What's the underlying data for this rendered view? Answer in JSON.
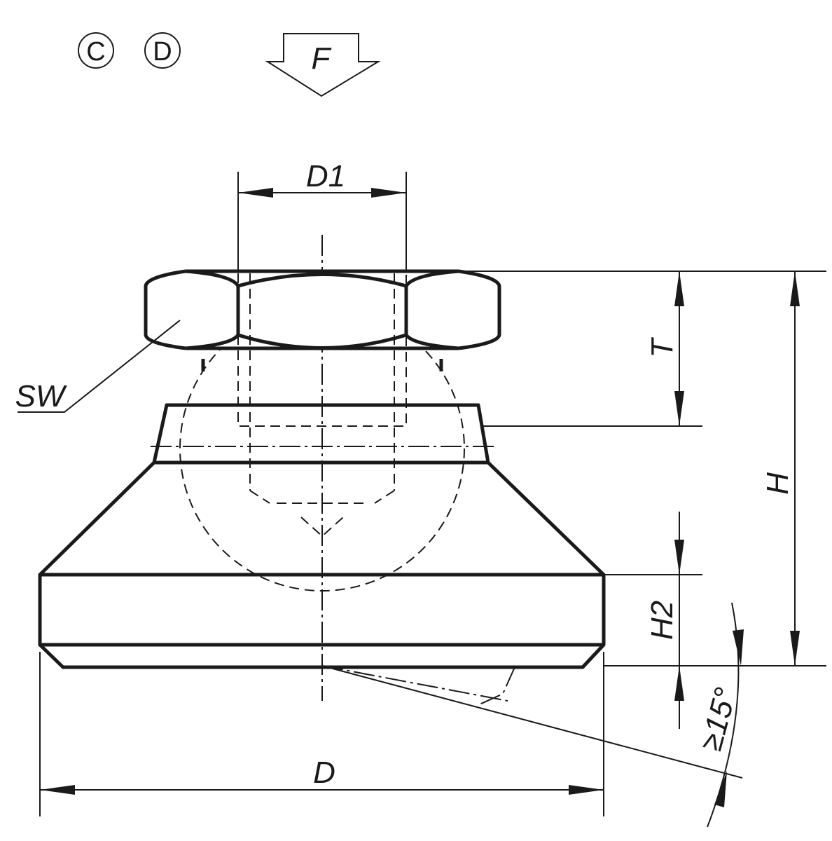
{
  "symbols": {
    "circled_1": "C",
    "circled_2": "D"
  },
  "force_label": "F",
  "dimensions": {
    "d1": "D1",
    "sw": "SW",
    "t": "T",
    "h": "H",
    "h2": "H2",
    "angle": "≥15°",
    "d": "D"
  }
}
